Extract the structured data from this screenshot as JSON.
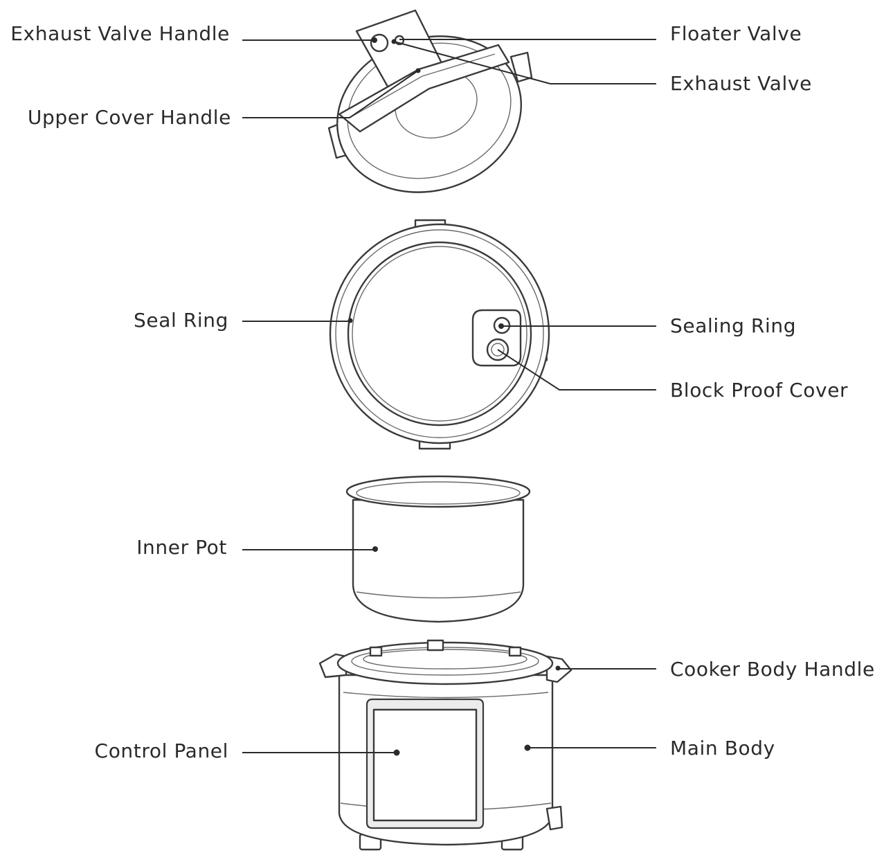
{
  "labels": {
    "exhaust_valve_handle": "Exhaust Valve Handle",
    "upper_cover_handle": "Upper Cover Handle",
    "floater_valve": "Floater Valve",
    "exhaust_valve": "Exhaust Valve",
    "seal_ring": "Seal Ring",
    "sealing_ring": "Sealing Ring",
    "block_proof_cover": "Block Proof Cover",
    "inner_pot": "Inner Pot",
    "cooker_body_handle": "Cooker Body Handle",
    "control_panel": "Control Panel",
    "main_body": "Main Body"
  },
  "colors": {
    "line": "#2a2a2a",
    "outline": "#3a3a3a",
    "background": "#ffffff"
  }
}
